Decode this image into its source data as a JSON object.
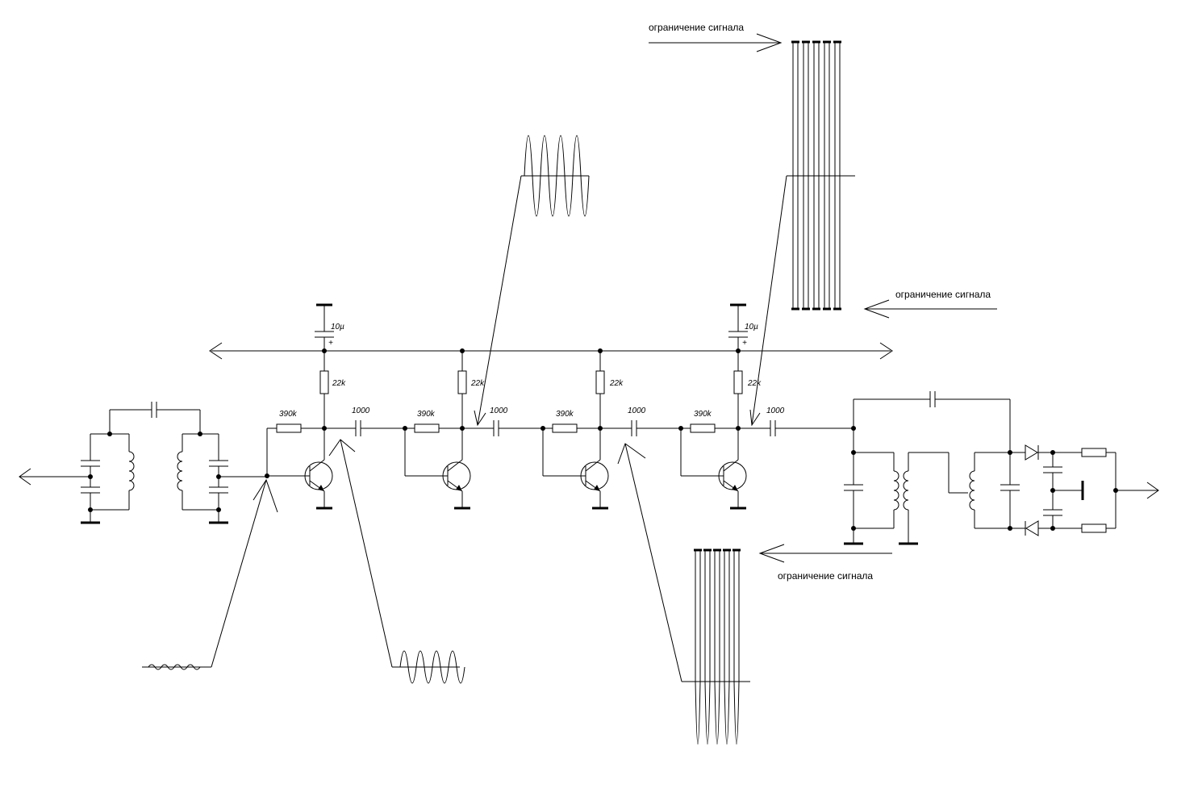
{
  "diagram": {
    "type": "circuit-schematic",
    "components": {
      "cap_supply_label": "10µ",
      "cap_supply_polarity": "+",
      "collector_resistor": "22k",
      "bias_resistor": "390k",
      "coupling_cap": "1000"
    },
    "annotations": {
      "limit_top": "ограничение сигнала",
      "limit_right": "ограничение сигнала",
      "limit_bottom": "ограничение сигнала"
    },
    "stages": [
      {
        "bias": "390k",
        "rc": "22k",
        "cc": "1000",
        "decoupling": "10µ"
      },
      {
        "bias": "390k",
        "rc": "22k",
        "cc": "1000"
      },
      {
        "bias": "390k",
        "rc": "22k",
        "cc": "1000"
      },
      {
        "bias": "390k",
        "rc": "22k",
        "cc": "1000",
        "decoupling": "10µ"
      }
    ],
    "line_color": "#000000",
    "background": "#ffffff"
  }
}
